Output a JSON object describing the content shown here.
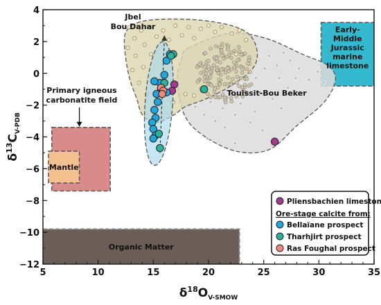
{
  "chart_data": {
    "type": "scatter",
    "xlabel": {
      "base": "δ",
      "sup": "18",
      "main": "O",
      "sub": "V-SMOW"
    },
    "ylabel": {
      "base": "δ",
      "sup": "13",
      "main": "C",
      "sub": "V-PDB"
    },
    "xlim": [
      5,
      35
    ],
    "ylim": [
      -12,
      4
    ],
    "xticks": [
      5,
      10,
      15,
      20,
      25,
      30,
      35
    ],
    "yticks": [
      4,
      2,
      0,
      -2,
      -4,
      -6,
      -8,
      -10,
      -12
    ],
    "grid": false,
    "fields": [
      {
        "name": "Jbel\nBou Dahar",
        "color": "#ddd6b2",
        "stroke": "#555",
        "polygon": [
          [
            12.6,
            2.7
          ],
          [
            14.2,
            3.3
          ],
          [
            18,
            3.4
          ],
          [
            21.5,
            3.1
          ],
          [
            23.6,
            2.5
          ],
          [
            24.4,
            1.4
          ],
          [
            24,
            0.3
          ],
          [
            22,
            -0.8
          ],
          [
            19.8,
            -1.6
          ],
          [
            17.9,
            -2.1
          ],
          [
            16.9,
            -2.6
          ],
          [
            15.2,
            -3.1
          ],
          [
            14,
            -2.6
          ],
          [
            13.5,
            -1.6
          ],
          [
            12.8,
            -0.2
          ],
          [
            12.4,
            1.6
          ]
        ]
      },
      {
        "name": "Touissit-Bou Beker",
        "color": "#dcdcdc",
        "stroke": "#555",
        "polygon": [
          [
            18.2,
            1.6
          ],
          [
            21.8,
            2.5
          ],
          [
            25.2,
            2.2
          ],
          [
            28.5,
            1.2
          ],
          [
            30.8,
            0.5
          ],
          [
            31.5,
            -0.4
          ],
          [
            30.5,
            -1.8
          ],
          [
            28,
            -3.3
          ],
          [
            25.5,
            -4.8
          ],
          [
            22.5,
            -4.9
          ],
          [
            19.5,
            -3.9
          ],
          [
            17.8,
            -2.6
          ],
          [
            17.2,
            -0.4
          ],
          [
            17.6,
            1.0
          ]
        ]
      },
      {
        "name": "Primary igneous\ncarbonatite field",
        "color": "#d98a8a",
        "stroke": "#555",
        "rect": [
          5.8,
          -7.4,
          11.1,
          -3.4
        ]
      },
      {
        "name": "Mantle",
        "color": "#f4c090",
        "stroke": "#555",
        "rect": [
          5.5,
          -6.9,
          8.3,
          -4.9
        ]
      },
      {
        "name": "Organic Matter",
        "color": "#6b5e58",
        "stroke": "#888",
        "rect": [
          5,
          -12,
          22.8,
          -9.8
        ]
      },
      {
        "name": "Early-\nMiddle\nJurassic\nmarine\nlimestone",
        "color": "#35b9cf",
        "stroke": "#555",
        "rect": [
          30.2,
          -0.8,
          35,
          3.2
        ]
      }
    ],
    "bellaiane_envelope": {
      "cx": 15.5,
      "cy": -1.9,
      "rx": 1.25,
      "ry": 3.9,
      "rot": 4,
      "color": "#a7d8ec"
    },
    "background_points": {
      "bou_dahar": [
        [
          12.8,
          2.9
        ],
        [
          13.3,
          2.2
        ],
        [
          13.9,
          2.7
        ],
        [
          14.2,
          1.8
        ],
        [
          14.7,
          2.9
        ],
        [
          15.3,
          2.3
        ],
        [
          15.9,
          2.7
        ],
        [
          16.4,
          2.1
        ],
        [
          17,
          3.0
        ],
        [
          17.6,
          2.4
        ],
        [
          18.2,
          2.9
        ],
        [
          18.7,
          2.2
        ],
        [
          19.3,
          2.8
        ],
        [
          20,
          3.0
        ],
        [
          20.6,
          2.6
        ],
        [
          21.2,
          2.9
        ],
        [
          22.1,
          2.5
        ],
        [
          22.8,
          2.7
        ],
        [
          23.4,
          2.1
        ],
        [
          12.7,
          1.6
        ],
        [
          13.4,
          1.1
        ],
        [
          14.1,
          0.4
        ],
        [
          13.7,
          -0.6
        ],
        [
          14.4,
          -1.3
        ],
        [
          22.5,
          1.2
        ],
        [
          23.7,
          0.6
        ],
        [
          20.6,
          -0.9
        ],
        [
          19.4,
          -1.1
        ],
        [
          18.7,
          -1.4
        ],
        [
          17.9,
          -1.3
        ],
        [
          16.8,
          -1.8
        ],
        [
          14.8,
          1.2
        ],
        [
          13.1,
          0.2
        ]
      ],
      "touissit": [
        [
          25.5,
          1.1
        ],
        [
          26.2,
          0.5
        ],
        [
          26.8,
          1.3
        ],
        [
          27.4,
          0.8
        ],
        [
          28.2,
          0.3
        ],
        [
          27.9,
          -0.3
        ],
        [
          29.1,
          -0.4
        ],
        [
          28.6,
          -1.2
        ],
        [
          27.2,
          -0.9
        ],
        [
          26.4,
          -0.3
        ],
        [
          25.8,
          -1.6
        ],
        [
          26.6,
          -2.2
        ],
        [
          24.7,
          -1.2
        ],
        [
          24.2,
          -2.4
        ],
        [
          23.8,
          -3.1
        ],
        [
          22.4,
          -2.6
        ],
        [
          21.5,
          -3.4
        ],
        [
          20.6,
          -3.0
        ],
        [
          19.6,
          -2.6
        ],
        [
          18.8,
          -2.1
        ],
        [
          20.2,
          -1.8
        ],
        [
          22.9,
          -1.9
        ],
        [
          24.9,
          -3.6
        ],
        [
          22.4,
          -4.4
        ],
        [
          19.9,
          -4.1
        ],
        [
          24.3,
          -0.3
        ],
        [
          25.1,
          0.3
        ],
        [
          29.9,
          0.1
        ],
        [
          30.4,
          -0.6
        ],
        [
          23.3,
          -1.1
        ],
        [
          21.3,
          -2.2
        ]
      ],
      "cluster": {
        "center": [
          21.5,
          0
        ],
        "count": 150
      }
    },
    "series": [
      {
        "name": "Pliensbachien limestone",
        "color": "#a33a8c",
        "points": [
          [
            16.9,
            -0.7
          ],
          [
            16.7,
            -1.1
          ],
          [
            26,
            -4.3
          ]
        ]
      },
      {
        "name": "Bellaïane prospect",
        "color": "#22a6dc",
        "points": [
          [
            16.5,
            1.2
          ],
          [
            16.2,
            0.8
          ],
          [
            16.0,
            -0.1
          ],
          [
            15.6,
            -0.6
          ],
          [
            15.1,
            -0.5
          ],
          [
            15.7,
            -1.0
          ],
          [
            15.3,
            -1.3
          ],
          [
            16.2,
            -1.2
          ],
          [
            15.4,
            -1.8
          ],
          [
            15.1,
            -2.3
          ],
          [
            15.2,
            -2.8
          ],
          [
            14.9,
            -3.1
          ],
          [
            15.0,
            -3.5
          ],
          [
            15.2,
            -3.9
          ],
          [
            15.0,
            -4.1
          ]
        ]
      },
      {
        "name": "Tharhjirt prospect",
        "color": "#2ab39a",
        "points": [
          [
            16.8,
            1.2
          ],
          [
            16.6,
            1.1
          ],
          [
            19.6,
            -1.0
          ],
          [
            15.5,
            -3.8
          ],
          [
            15.6,
            -4.7
          ],
          [
            16.0,
            -0.6
          ]
        ]
      },
      {
        "name": "Ras Foughal prospect",
        "color": "#f08a7e",
        "points": [
          [
            15.7,
            -0.9
          ],
          [
            15.9,
            -1.1
          ],
          [
            15.8,
            -1.3
          ]
        ]
      }
    ],
    "legend": {
      "position": "bottom-right",
      "subtitle": "Ore-stage calcite from:"
    },
    "annotations": {
      "bou_dahar_label": [
        "Jbel",
        "Bou Dahar"
      ],
      "touissit_label": "Touissit-Bou Beker",
      "carbonatite_label": [
        "Primary igneous",
        "carbonatite field"
      ],
      "mantle_label": "Mantle",
      "organic_label": "Organic Matter",
      "marine_label": [
        "Early-",
        "Middle",
        "Jurassic",
        "marine",
        "limestone"
      ]
    }
  }
}
